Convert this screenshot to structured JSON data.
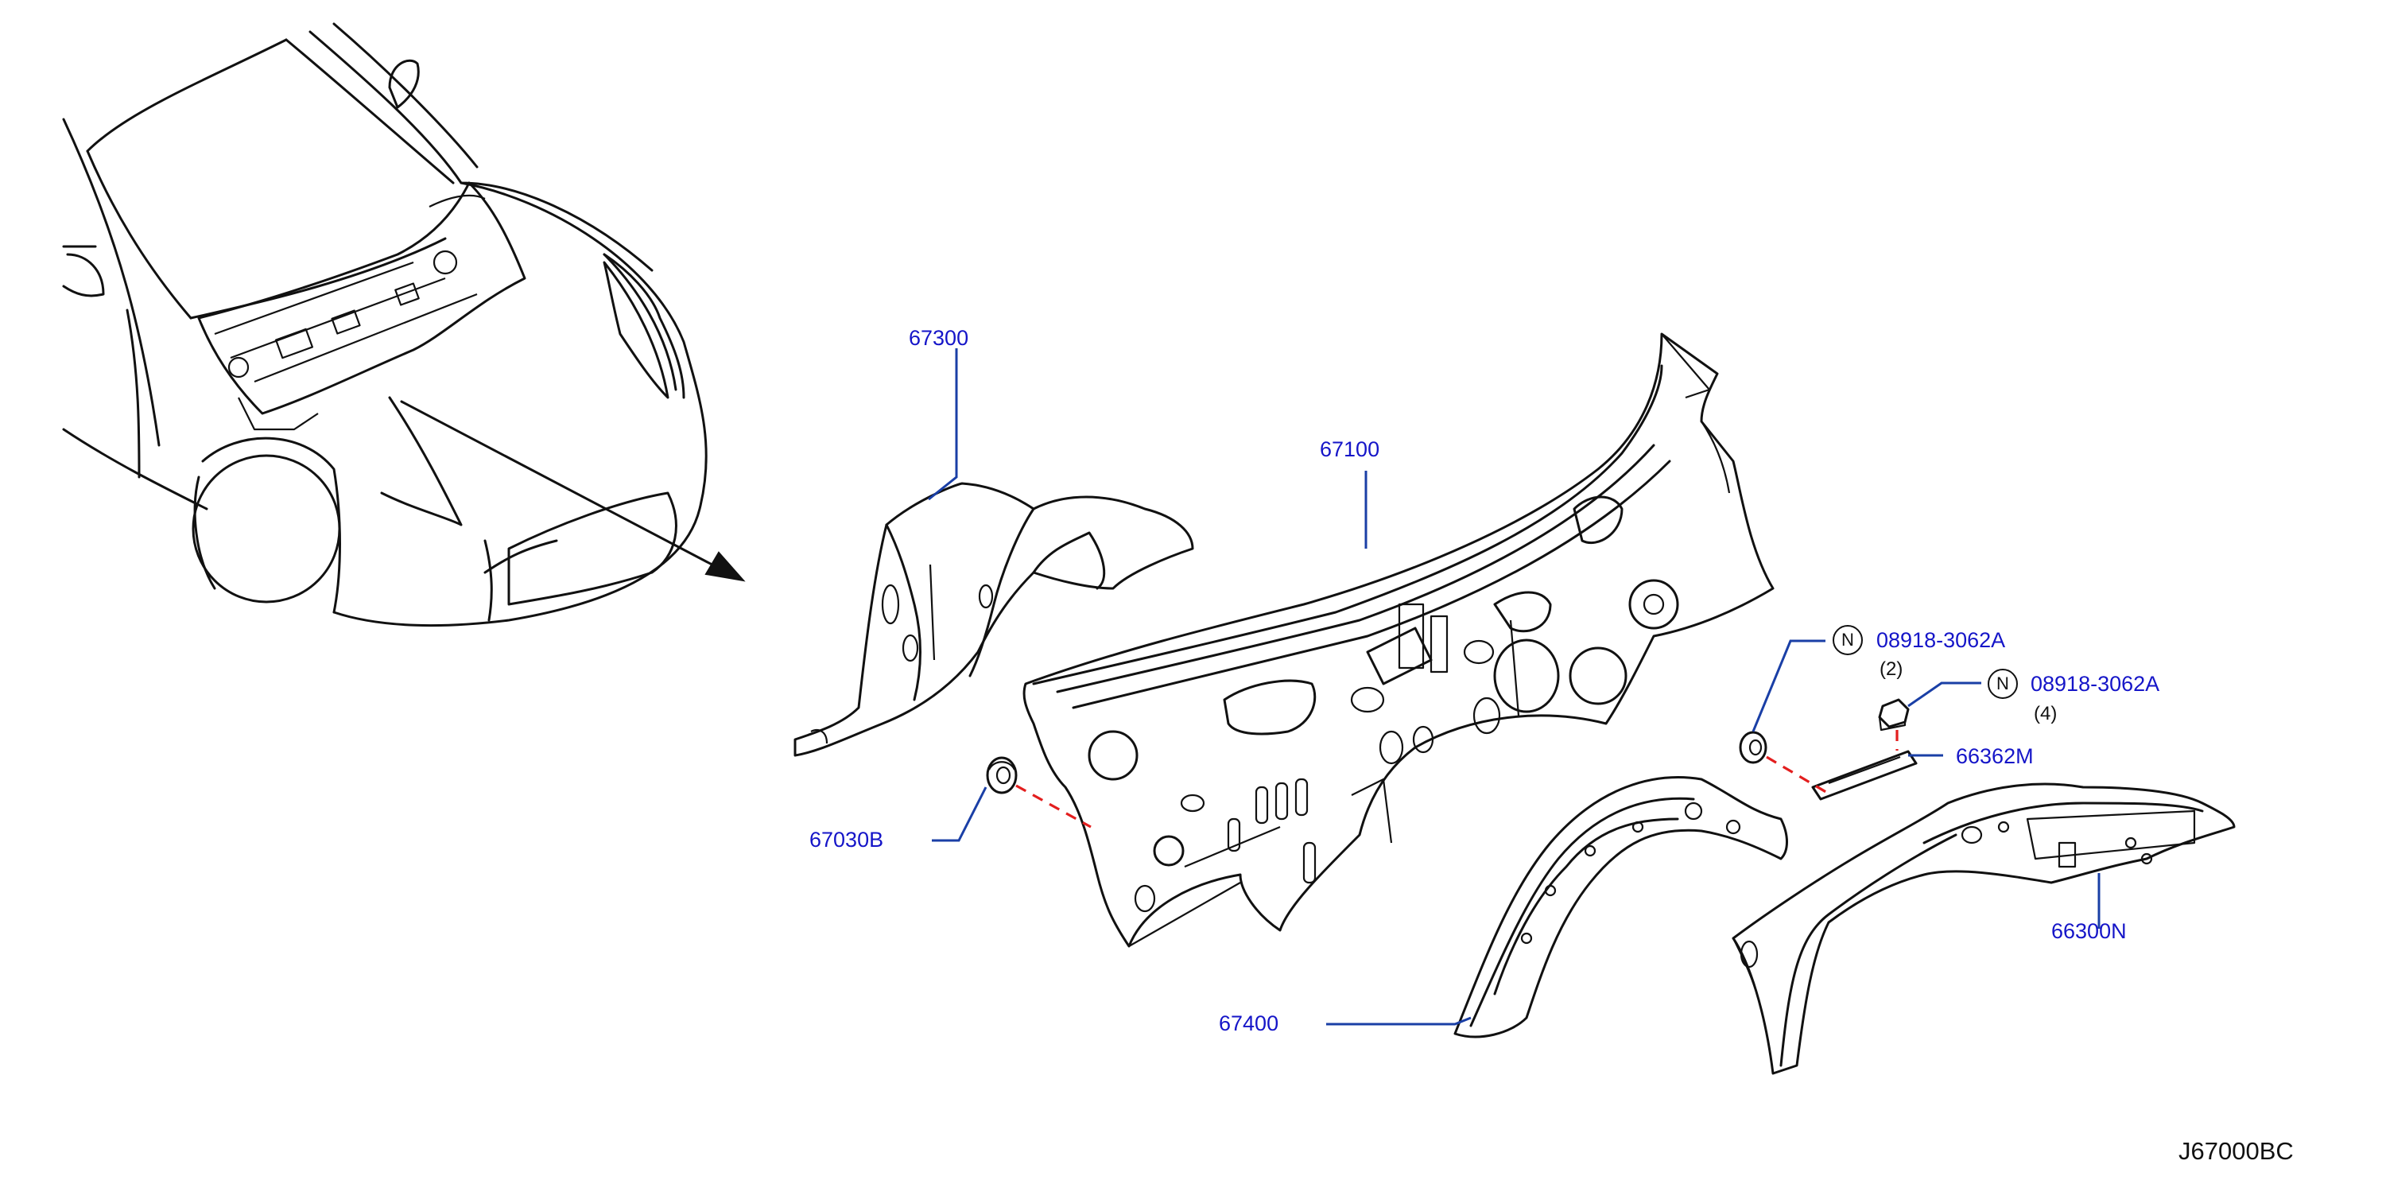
{
  "parts": {
    "p67300": "67300",
    "p67100": "67100",
    "p67030b": "67030B",
    "p67400": "67400",
    "p66300n": "66300N",
    "p66362m": "66362M",
    "nut_a": "08918-3062A",
    "nut_a_qty": "(2)",
    "nut_b": "08918-3062A",
    "nut_b_qty": "(4)"
  },
  "badges": {
    "n": "N"
  },
  "diagram_code": "J67000BC",
  "colors": {
    "label": "#1515c8",
    "leader": "#1a3fa6",
    "dash": "#e31e1e",
    "line": "#111111"
  }
}
